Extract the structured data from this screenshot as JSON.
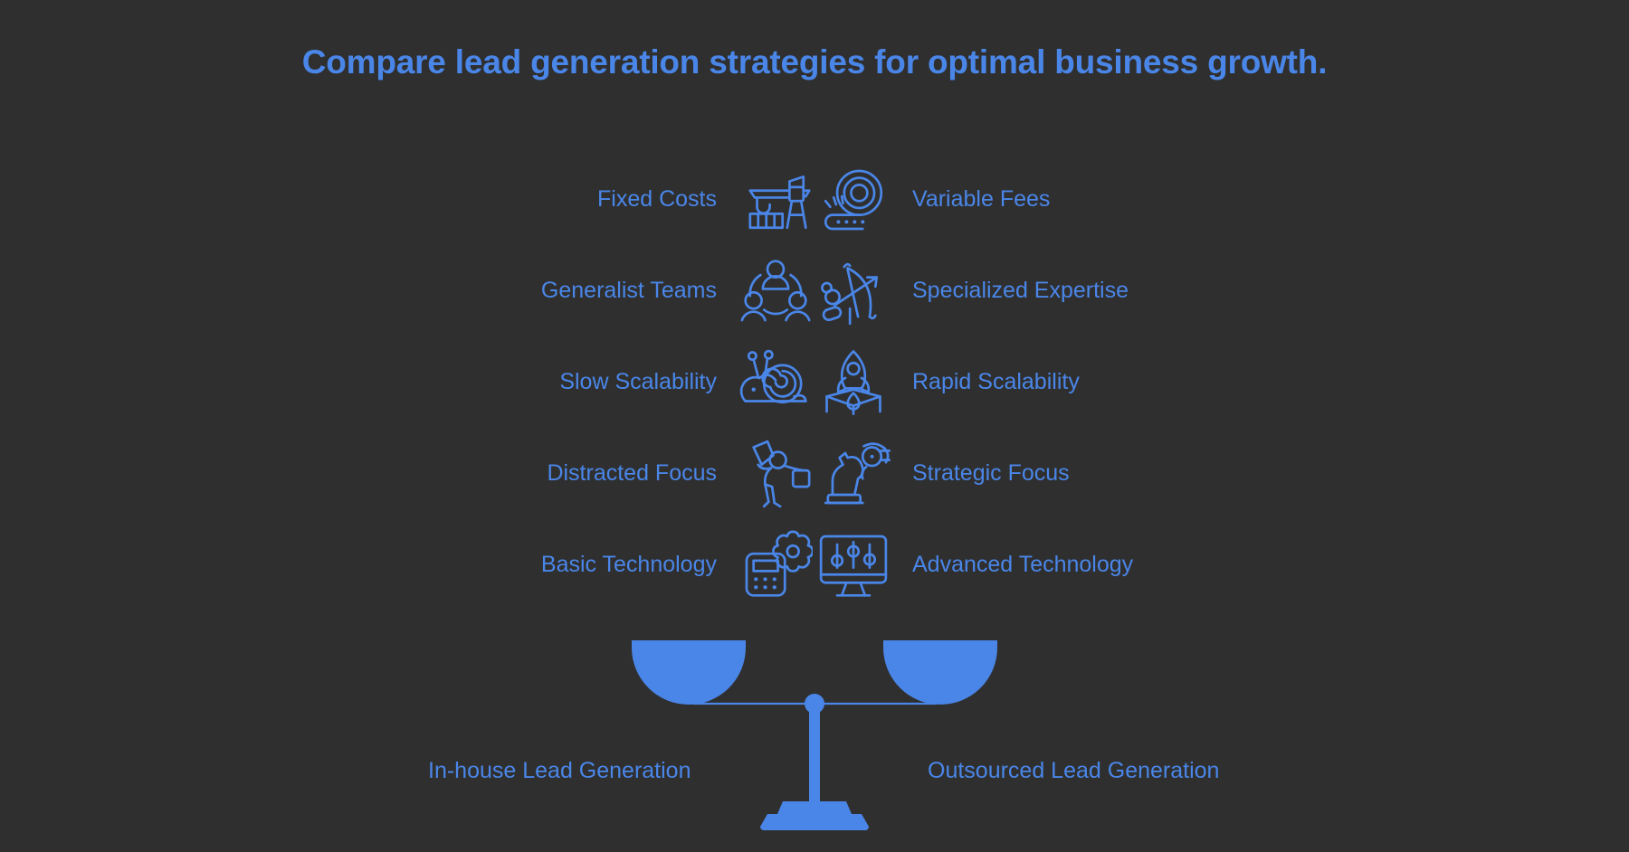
{
  "page": {
    "title": "Compare lead generation strategies for optimal business growth.",
    "background_color": "#2f2f2f",
    "accent_color": "#4a86e8"
  },
  "comparison": {
    "rows": [
      {
        "left_label": "Fixed Costs",
        "left_icon": "crane-icon",
        "right_label": "Variable Fees",
        "right_icon": "measuring-tape-icon"
      },
      {
        "left_label": "Generalist Teams",
        "left_icon": "team-group-icon",
        "right_label": "Specialized Expertise",
        "right_icon": "bow-and-arrow-icon"
      },
      {
        "left_label": "Slow Scalability",
        "left_icon": "snail-icon",
        "right_label": "Rapid Scalability",
        "right_icon": "rocket-launch-icon"
      },
      {
        "left_label": "Distracted Focus",
        "left_icon": "juggling-person-icon",
        "right_label": "Strategic Focus",
        "right_icon": "chess-knight-icon"
      },
      {
        "left_label": "Basic Technology",
        "left_icon": "calculator-gear-icon",
        "right_label": "Advanced Technology",
        "right_icon": "monitor-sliders-icon"
      }
    ]
  },
  "balance": {
    "icon": "balance-scale-icon",
    "left_caption": "In-house Lead Generation",
    "right_caption": "Outsourced Lead Generation"
  }
}
